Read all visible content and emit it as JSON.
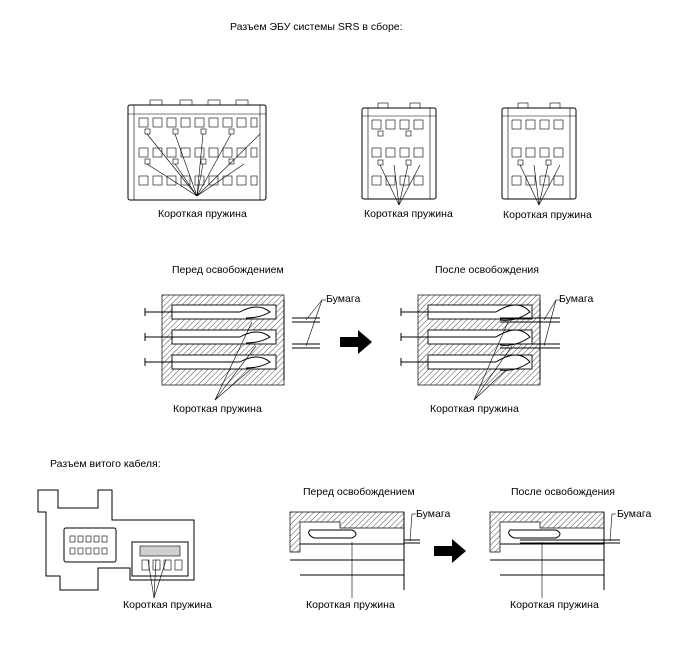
{
  "titles": {
    "ecu_connector": "Разъем ЭБУ системы SRS в сборе:",
    "spiral_cable_connector": "Разъем витого кабеля:"
  },
  "labels": {
    "short_spring": "Короткая пружина",
    "paper": "Бумага",
    "before_release": "Перед освобождением",
    "after_release": "После освобождения"
  },
  "icons": [
    "arrow-right-icon"
  ]
}
